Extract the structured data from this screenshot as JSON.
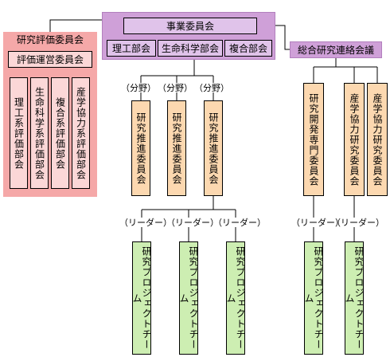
{
  "jigyo": {
    "title": "事業委員会",
    "depts": [
      "理工部会",
      "生命科学部会",
      "複合部会"
    ]
  },
  "hyoka": {
    "title": "研究評価委員会",
    "unei": "評価運営委員会",
    "committees": [
      "理工系評価部会",
      "生命科学系評価部会",
      "複合系評価部会",
      "産学協力系評価部会"
    ]
  },
  "sogo": {
    "title": "総合研究連絡会議",
    "committees": [
      "研究開発専門委員会",
      "産学協力研究委員会",
      "産学協力研究委員会"
    ]
  },
  "suishin": {
    "field_label": "（分野）",
    "committee": "研究推進委員会"
  },
  "project": {
    "leader_label": "（リーダー）",
    "team": "研究プロジェクトチーム"
  }
}
